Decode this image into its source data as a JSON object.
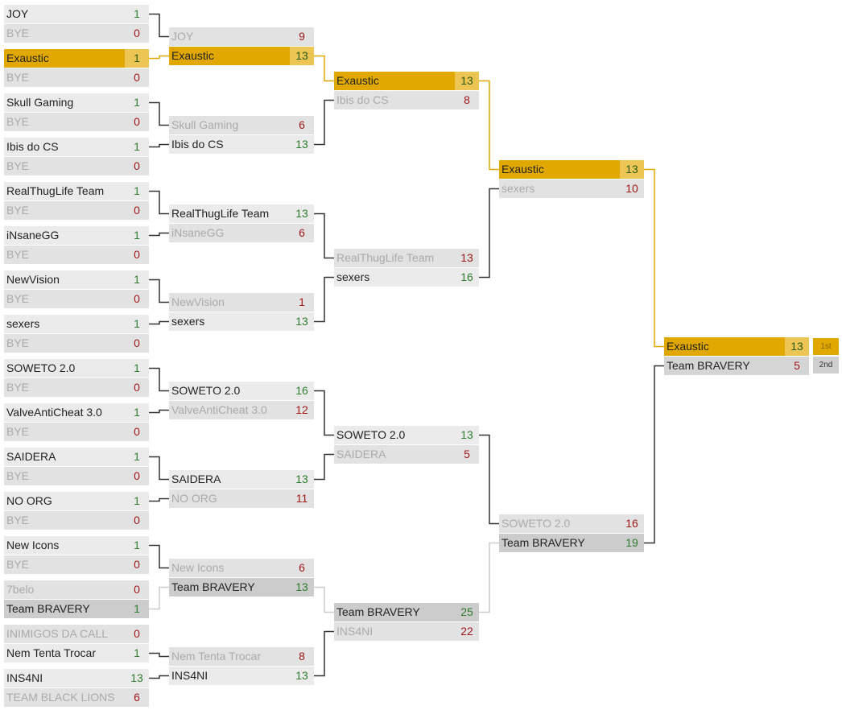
{
  "colors": {
    "highlight": "#e0a800",
    "highlight_score": "#ecc555",
    "win_score": "#2d7d2d",
    "lose_score": "#a01818",
    "connector": "#333333",
    "connector_highlight": "#e0a800",
    "connector_light": "#cccccc"
  },
  "placements": {
    "first": "1st",
    "second": "2nd"
  },
  "rounds": [
    {
      "matches": [
        {
          "teams": [
            {
              "name": "JOY",
              "score": "1",
              "result": "win"
            },
            {
              "name": "BYE",
              "score": "0",
              "result": "lose"
            }
          ]
        },
        {
          "teams": [
            {
              "name": "Exaustic",
              "score": "1",
              "result": "win",
              "hl": true
            },
            {
              "name": "BYE",
              "score": "0",
              "result": "lose"
            }
          ]
        },
        {
          "teams": [
            {
              "name": "Skull Gaming",
              "score": "1",
              "result": "win"
            },
            {
              "name": "BYE",
              "score": "0",
              "result": "lose"
            }
          ]
        },
        {
          "teams": [
            {
              "name": "Ibis do CS",
              "score": "1",
              "result": "win"
            },
            {
              "name": "BYE",
              "score": "0",
              "result": "lose"
            }
          ]
        },
        {
          "teams": [
            {
              "name": "RealThugLife Team",
              "score": "1",
              "result": "win"
            },
            {
              "name": "BYE",
              "score": "0",
              "result": "lose"
            }
          ]
        },
        {
          "teams": [
            {
              "name": "iNsaneGG",
              "score": "1",
              "result": "win"
            },
            {
              "name": "BYE",
              "score": "0",
              "result": "lose"
            }
          ]
        },
        {
          "teams": [
            {
              "name": "NewVision",
              "score": "1",
              "result": "win"
            },
            {
              "name": "BYE",
              "score": "0",
              "result": "lose"
            }
          ]
        },
        {
          "teams": [
            {
              "name": "sexers",
              "score": "1",
              "result": "win"
            },
            {
              "name": "BYE",
              "score": "0",
              "result": "lose"
            }
          ]
        },
        {
          "teams": [
            {
              "name": "SOWETO 2.0",
              "score": "1",
              "result": "win"
            },
            {
              "name": "BYE",
              "score": "0",
              "result": "lose"
            }
          ]
        },
        {
          "teams": [
            {
              "name": "ValveAntiCheat 3.0",
              "score": "1",
              "result": "win"
            },
            {
              "name": "BYE",
              "score": "0",
              "result": "lose"
            }
          ]
        },
        {
          "teams": [
            {
              "name": "SAIDERA",
              "score": "1",
              "result": "win"
            },
            {
              "name": "BYE",
              "score": "0",
              "result": "lose"
            }
          ]
        },
        {
          "teams": [
            {
              "name": "NO ORG",
              "score": "1",
              "result": "win"
            },
            {
              "name": "BYE",
              "score": "0",
              "result": "lose"
            }
          ]
        },
        {
          "teams": [
            {
              "name": "New Icons",
              "score": "1",
              "result": "win"
            },
            {
              "name": "BYE",
              "score": "0",
              "result": "lose"
            }
          ]
        },
        {
          "teams": [
            {
              "name": "7belo",
              "score": "0",
              "result": "lose"
            },
            {
              "name": "Team BRAVERY",
              "score": "1",
              "result": "win",
              "dark": true
            }
          ]
        },
        {
          "teams": [
            {
              "name": "INIMIGOS DA CALL",
              "score": "0",
              "result": "lose"
            },
            {
              "name": "Nem Tenta Trocar",
              "score": "1",
              "result": "win"
            }
          ]
        },
        {
          "teams": [
            {
              "name": "INS4NI",
              "score": "13",
              "result": "win"
            },
            {
              "name": "TEAM BLACK LIONS",
              "score": "6",
              "result": "lose"
            }
          ]
        }
      ]
    },
    {
      "matches": [
        {
          "teams": [
            {
              "name": "JOY",
              "score": "9",
              "result": "lose"
            },
            {
              "name": "Exaustic",
              "score": "13",
              "result": "win",
              "hl": true
            }
          ]
        },
        {
          "teams": [
            {
              "name": "Skull Gaming",
              "score": "6",
              "result": "lose"
            },
            {
              "name": "Ibis do CS",
              "score": "13",
              "result": "win"
            }
          ]
        },
        {
          "teams": [
            {
              "name": "RealThugLife Team",
              "score": "13",
              "result": "win"
            },
            {
              "name": "iNsaneGG",
              "score": "6",
              "result": "lose"
            }
          ]
        },
        {
          "teams": [
            {
              "name": "NewVision",
              "score": "1",
              "result": "lose"
            },
            {
              "name": "sexers",
              "score": "13",
              "result": "win"
            }
          ]
        },
        {
          "teams": [
            {
              "name": "SOWETO 2.0",
              "score": "16",
              "result": "win"
            },
            {
              "name": "ValveAntiCheat 3.0",
              "score": "12",
              "result": "lose"
            }
          ]
        },
        {
          "teams": [
            {
              "name": "SAIDERA",
              "score": "13",
              "result": "win"
            },
            {
              "name": "NO ORG",
              "score": "11",
              "result": "lose"
            }
          ]
        },
        {
          "teams": [
            {
              "name": "New Icons",
              "score": "6",
              "result": "lose"
            },
            {
              "name": "Team BRAVERY",
              "score": "13",
              "result": "win",
              "dark": true
            }
          ]
        },
        {
          "teams": [
            {
              "name": "Nem Tenta Trocar",
              "score": "8",
              "result": "lose"
            },
            {
              "name": "INS4NI",
              "score": "13",
              "result": "win"
            }
          ]
        }
      ]
    },
    {
      "matches": [
        {
          "teams": [
            {
              "name": "Exaustic",
              "score": "13",
              "result": "win",
              "hl": true
            },
            {
              "name": "Ibis do CS",
              "score": "8",
              "result": "lose"
            }
          ]
        },
        {
          "teams": [
            {
              "name": "RealThugLife Team",
              "score": "13",
              "result": "lose"
            },
            {
              "name": "sexers",
              "score": "16",
              "result": "win"
            }
          ]
        },
        {
          "teams": [
            {
              "name": "SOWETO 2.0",
              "score": "13",
              "result": "win"
            },
            {
              "name": "SAIDERA",
              "score": "5",
              "result": "lose"
            }
          ]
        },
        {
          "teams": [
            {
              "name": "Team BRAVERY",
              "score": "25",
              "result": "win",
              "dark": true
            },
            {
              "name": "INS4NI",
              "score": "22",
              "result": "lose"
            }
          ]
        }
      ]
    },
    {
      "matches": [
        {
          "teams": [
            {
              "name": "Exaustic",
              "score": "13",
              "result": "win",
              "hl": true
            },
            {
              "name": "sexers",
              "score": "10",
              "result": "lose"
            }
          ]
        },
        {
          "teams": [
            {
              "name": "SOWETO 2.0",
              "score": "16",
              "result": "lose"
            },
            {
              "name": "Team BRAVERY",
              "score": "19",
              "result": "win",
              "dark": true
            }
          ]
        }
      ]
    },
    {
      "matches": [
        {
          "teams": [
            {
              "name": "Exaustic",
              "score": "13",
              "result": "win",
              "hl": true
            },
            {
              "name": "Team BRAVERY",
              "score": "5",
              "result": "lose",
              "strong": true
            }
          ]
        }
      ]
    }
  ]
}
